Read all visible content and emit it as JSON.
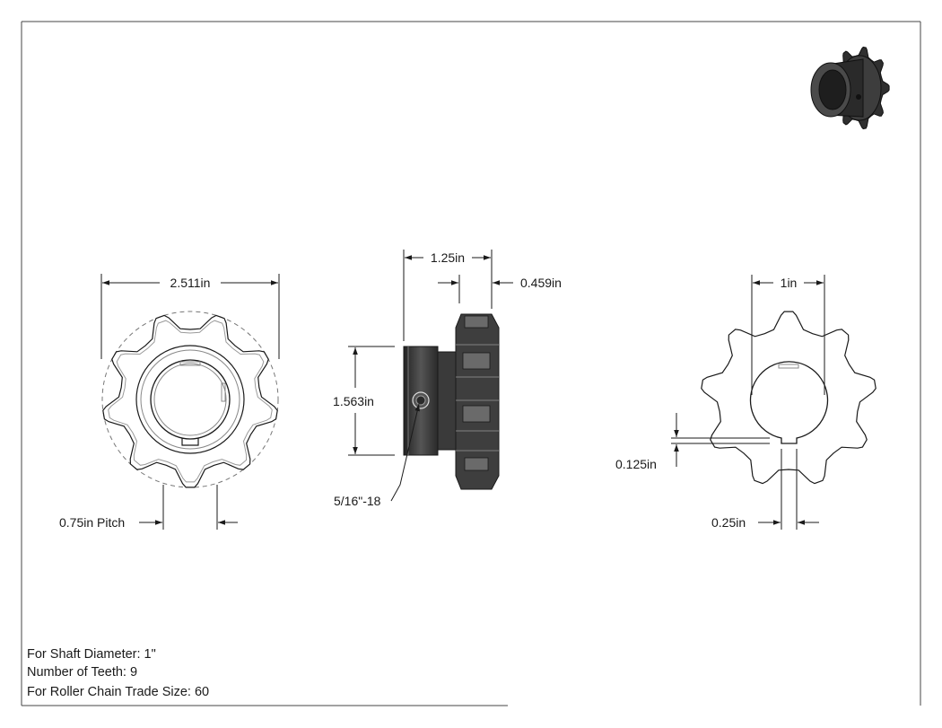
{
  "dimensions": {
    "outer_diameter": "2.511in",
    "pitch": "0.75in Pitch",
    "overall_length": "1.25in",
    "tooth_width": "0.459in",
    "hub_diameter": "1.563in",
    "set_screw": "5/16\"-18",
    "bore": "1in",
    "keyway_depth": "0.125in",
    "keyway_width": "0.25in"
  },
  "specs": [
    "For Shaft Diameter: 1\"",
    "Number of Teeth: 9",
    "For Roller Chain Trade Size: 60"
  ],
  "part": {
    "teeth": 9
  },
  "colors": {
    "line": "#1a1a1a",
    "part_fill": "#3a3a3a"
  },
  "icons": {
    "thumbnail": "sprocket-3d-icon"
  }
}
